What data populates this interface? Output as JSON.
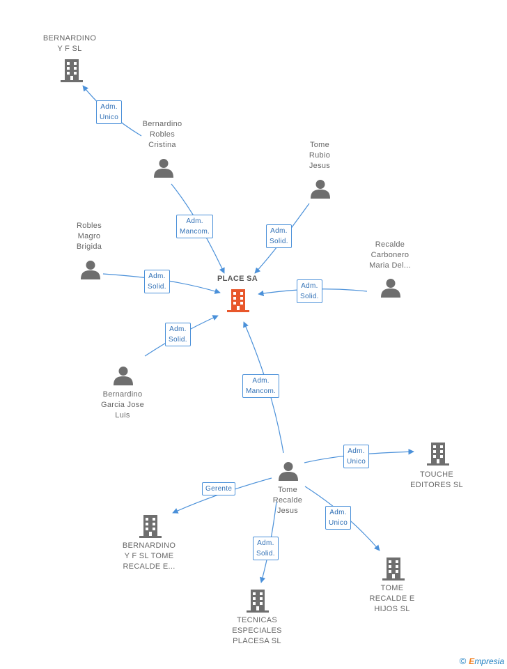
{
  "colors": {
    "edge": "#4a90d9",
    "node_gray": "#6e6e6e",
    "node_main": "#e8572b",
    "label_text": "#666666",
    "relation_text": "#2f6fb5"
  },
  "main_node": {
    "label": "PLACE SA",
    "icon": "building-icon"
  },
  "nodes": {
    "bernardino_yf": {
      "lines": [
        "BERNARDINO",
        "Y F SL"
      ],
      "icon": "building-icon"
    },
    "bernardino_robles": {
      "lines": [
        "Bernardino",
        "Robles",
        "Cristina"
      ],
      "icon": "person-icon"
    },
    "tome_rubio": {
      "lines": [
        "Tome",
        "Rubio",
        "Jesus"
      ],
      "icon": "person-icon"
    },
    "robles_magro": {
      "lines": [
        "Robles",
        "Magro",
        "Brigida"
      ],
      "icon": "person-icon"
    },
    "recalde_carbonero": {
      "lines": [
        "Recalde",
        "Carbonero",
        "Maria Del..."
      ],
      "icon": "person-icon"
    },
    "bernardino_garcia": {
      "lines": [
        "Bernardino",
        "Garcia Jose",
        "Luis"
      ],
      "icon": "person-icon"
    },
    "tome_recalde": {
      "lines": [
        "Tome",
        "Recalde",
        "Jesus"
      ],
      "icon": "person-icon"
    },
    "touche": {
      "lines": [
        "TOUCHE",
        "EDITORES SL"
      ],
      "icon": "building-icon"
    },
    "bernardino_tome": {
      "lines": [
        "BERNARDINO",
        "Y F SL TOME",
        "RECALDE E..."
      ],
      "icon": "building-icon"
    },
    "tecnicas": {
      "lines": [
        "TECNICAS",
        "ESPECIALES",
        "PLACESA SL"
      ],
      "icon": "building-icon"
    },
    "tome_hijos": {
      "lines": [
        "TOME",
        "RECALDE E",
        "HIJOS SL"
      ],
      "icon": "building-icon"
    }
  },
  "relations": {
    "r1": [
      "Adm.",
      "Unico"
    ],
    "r2": [
      "Adm.",
      "Mancom."
    ],
    "r3": [
      "Adm.",
      "Solid."
    ],
    "r4": [
      "Adm.",
      "Solid."
    ],
    "r5": [
      "Adm.",
      "Solid."
    ],
    "r6": [
      "Adm.",
      "Solid."
    ],
    "r7": [
      "Adm.",
      "Mancom."
    ],
    "r8": [
      "Adm.",
      "Unico"
    ],
    "r9": [
      "Gerente"
    ],
    "r10": [
      "Adm.",
      "Solid."
    ],
    "r11": [
      "Adm.",
      "Unico"
    ]
  },
  "brand": {
    "copyright": "©",
    "name_first": "E",
    "name_rest": "mpresia"
  }
}
